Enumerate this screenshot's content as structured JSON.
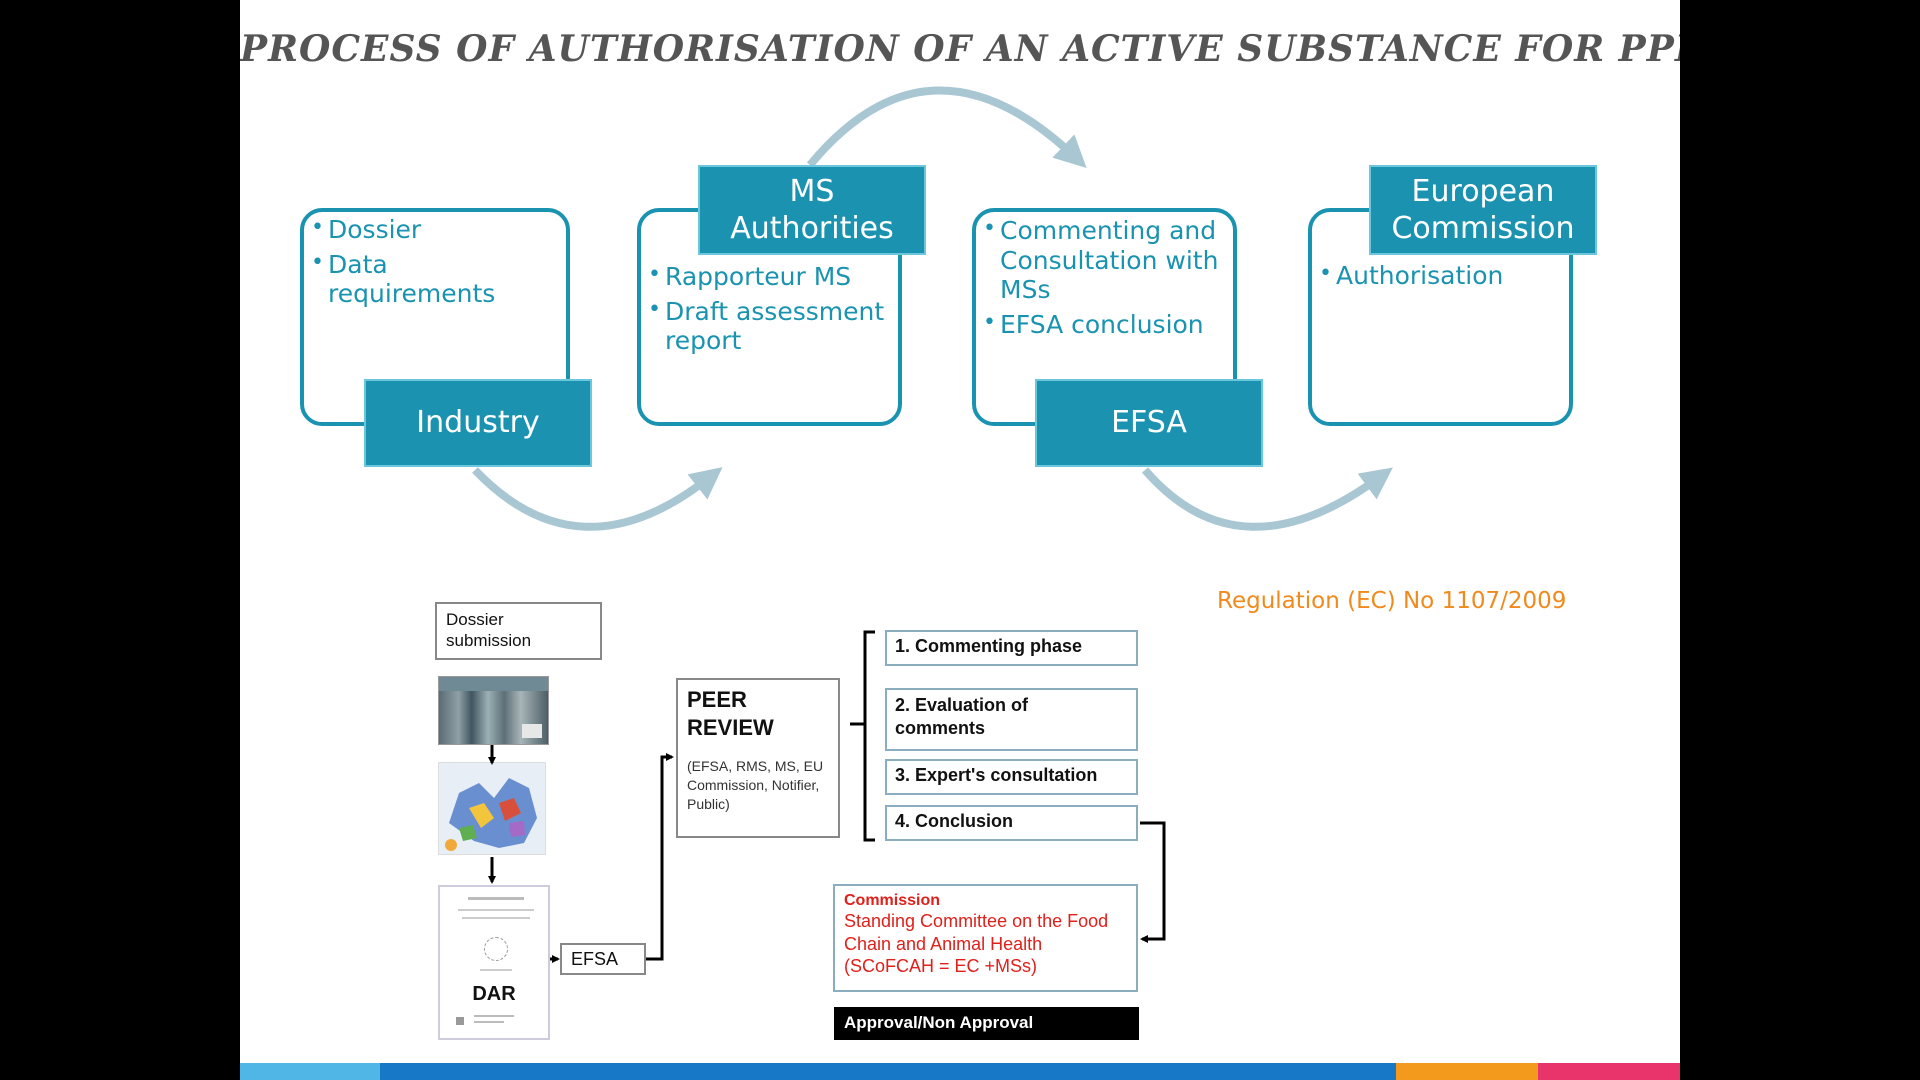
{
  "title": "PROCESS OF AUTHORISATION OF AN ACTIVE SUBSTANCE FOR PPP",
  "stages": [
    {
      "header": "Industry",
      "bullets": [
        "Dossier",
        "Data requirements"
      ]
    },
    {
      "header": "MS Authorities",
      "bullets": [
        "Rapporteur MS",
        "Draft assessment report"
      ]
    },
    {
      "header": "EFSA",
      "bullets": [
        "Commenting and Consultation with MSs",
        "EFSA conclusion"
      ]
    },
    {
      "header": "European Commission",
      "bullets": [
        "Authorisation"
      ]
    }
  ],
  "regulation": "Regulation (EC) No 1107/2009",
  "flow": {
    "dossier_submission": "Dossier submission",
    "dar_label": "DAR",
    "efsa_box": "EFSA",
    "peer_review_title": "PEER REVIEW",
    "peer_review_members": "(EFSA, RMS, MS, EU Commission, Notifier, Public)",
    "steps": [
      "1. Commenting phase",
      "2. Evaluation of comments",
      "3. Expert's consultation",
      "4. Conclusion"
    ],
    "commission_title": "Commission",
    "commission_text": "Standing Committee on the Food Chain and Animal Health (SCoFCAH = EC +MSs)",
    "approval": "Approval/Non Approval"
  },
  "colors": {
    "teal": "#1b93b0",
    "arrow": "#a9c7d3",
    "orange": "#f08a1d",
    "red": "#e0201b",
    "bar": [
      "#4fb6e6",
      "#1778c8",
      "#f39a1c",
      "#e8336b"
    ]
  }
}
